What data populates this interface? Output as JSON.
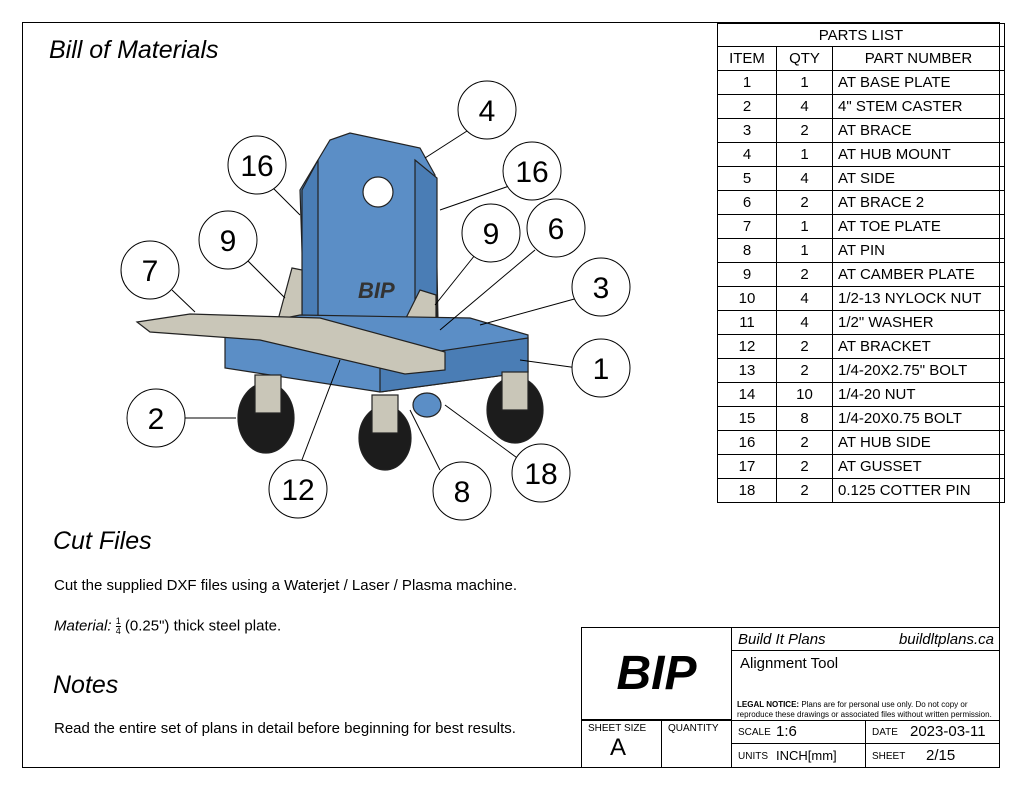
{
  "sections": {
    "bom_title": "Bill of Materials",
    "cut_title": "Cut Files",
    "cut_text": "Cut the supplied DXF files using a Waterjet / Laser / Plasma machine.",
    "material_label": "Material:",
    "material_frac_num": "1",
    "material_frac_den": "4",
    "material_text": "(0.25\") thick steel plate.",
    "notes_title": "Notes",
    "notes_text": "Read the entire set of plans in detail before beginning for best results."
  },
  "parts_list": {
    "title": "PARTS LIST",
    "headers": [
      "ITEM",
      "QTY",
      "PART NUMBER"
    ],
    "rows": [
      [
        "1",
        "1",
        "AT BASE PLATE"
      ],
      [
        "2",
        "4",
        "4\" STEM CASTER"
      ],
      [
        "3",
        "2",
        "AT BRACE"
      ],
      [
        "4",
        "1",
        "AT HUB MOUNT"
      ],
      [
        "5",
        "4",
        "AT SIDE"
      ],
      [
        "6",
        "2",
        "AT BRACE 2"
      ],
      [
        "7",
        "1",
        "AT TOE PLATE"
      ],
      [
        "8",
        "1",
        "AT PIN"
      ],
      [
        "9",
        "2",
        "AT CAMBER PLATE"
      ],
      [
        "10",
        "4",
        "1/2-13 NYLOCK NUT"
      ],
      [
        "11",
        "4",
        "1/2\" WASHER"
      ],
      [
        "12",
        "2",
        "AT BRACKET"
      ],
      [
        "13",
        "2",
        "1/4-20X2.75\" BOLT"
      ],
      [
        "14",
        "10",
        "1/4-20 NUT"
      ],
      [
        "15",
        "8",
        "1/4-20X0.75 BOLT"
      ],
      [
        "16",
        "2",
        "AT HUB SIDE"
      ],
      [
        "17",
        "2",
        "AT GUSSET"
      ],
      [
        "18",
        "2",
        "0.125 COTTER PIN"
      ]
    ]
  },
  "balloons": [
    "4",
    "16",
    "16",
    "9",
    "9",
    "6",
    "7",
    "3",
    "1",
    "2",
    "12",
    "8",
    "18"
  ],
  "drawing_logo": "BIP",
  "title_block": {
    "logo": "BIP",
    "company": "Build It Plans",
    "website": "buildltplans.ca",
    "drawing_title": "Alignment Tool",
    "legal_label": "LEGAL NOTICE:",
    "legal_text": "Plans are for personal use only. Do not copy or reproduce these drawings or associated files without written permission.",
    "sheet_size_label": "SHEET SIZE",
    "sheet_size": "A",
    "quantity_label": "QUANTITY",
    "scale_label": "SCALE",
    "scale": "1:6",
    "date_label": "DATE",
    "date": "2023-03-11",
    "units_label": "UNITS",
    "units": "INCH[mm]",
    "sheet_label": "SHEET",
    "sheet": "2/15"
  },
  "colors": {
    "part_blue": "#5b8ec6",
    "part_steel": "#c9c6b8",
    "wheel_black": "#1c1c1c",
    "line": "#000000"
  }
}
